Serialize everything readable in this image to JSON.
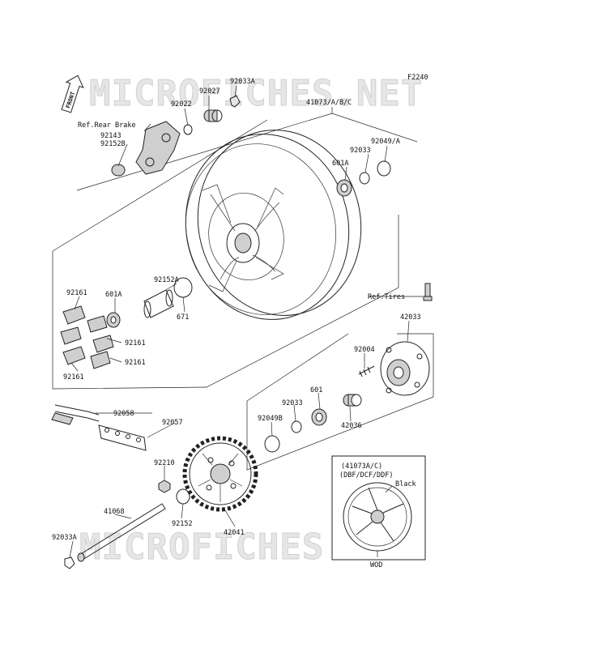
{
  "diagram": {
    "figure_code": "F2240",
    "watermark": "MICROFICHES.NET",
    "front_tag": "FRONT",
    "refs": {
      "rear_brake": "Ref.Rear Brake",
      "tires": "Ref.Tires"
    },
    "parts": {
      "p92033A_top": "92033A",
      "p92027": "92027",
      "p92022": "92022",
      "p41073": "41073/A/B/C",
      "p92143": "92143",
      "p92152B": "92152B",
      "p92049A": "92049/A",
      "p92033_top": "92033",
      "p601A_right": "601A",
      "p92152A": "92152A",
      "p601A_left": "601A",
      "p671": "671",
      "p92161_a": "92161",
      "p92161_b": "92161",
      "p92161_c": "92161",
      "p92161_d": "92161",
      "p42033": "42033",
      "p92004": "92004",
      "p92033_mid": "92033",
      "p601": "601",
      "p92049B": "92049B",
      "p42036": "42036",
      "p92058": "92058",
      "p92057": "92057",
      "p92210": "92210",
      "p41068": "41068",
      "p92152": "92152",
      "p42041": "42041",
      "p92033A_bottom": "92033A"
    },
    "inset": {
      "line1": "(41073A/C)",
      "line2": "(DBF/DCF/DDF)",
      "color_note": "Black",
      "code": "WOD"
    }
  }
}
